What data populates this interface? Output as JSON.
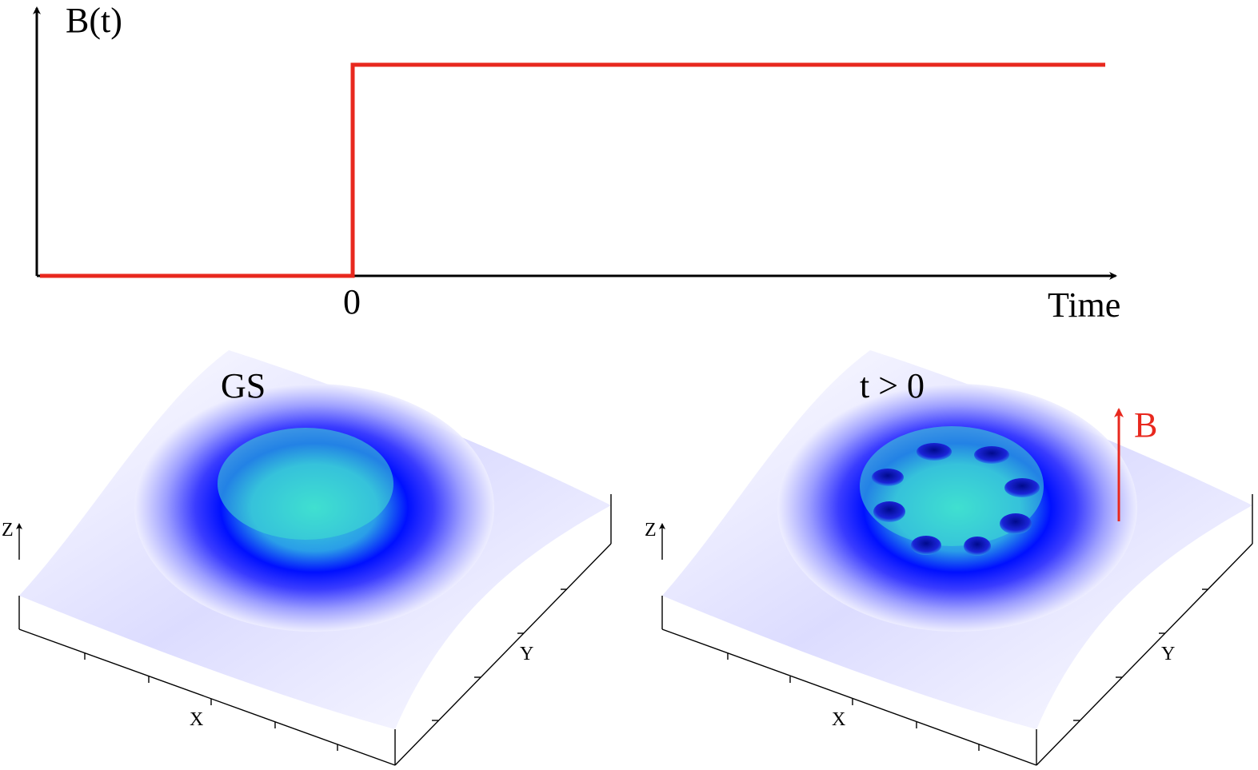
{
  "top_plot": {
    "y_label": "B(t)",
    "x_label": "Time",
    "origin_label": "0",
    "colors": {
      "axis": "#000000",
      "step": "#e8281e"
    }
  },
  "panels": [
    {
      "title": "GS",
      "x_label": "X",
      "y_label": "Y",
      "z_label": "Z",
      "vortices": 0
    },
    {
      "title": "t > 0",
      "x_label": "X",
      "y_label": "Y",
      "z_label": "Z",
      "vortices": 8,
      "field_label": "B"
    }
  ],
  "colors": {
    "core": "#40e0d0",
    "ring": "#0010ff",
    "edge": "#ffffff",
    "field_arrow": "#e8281e"
  }
}
